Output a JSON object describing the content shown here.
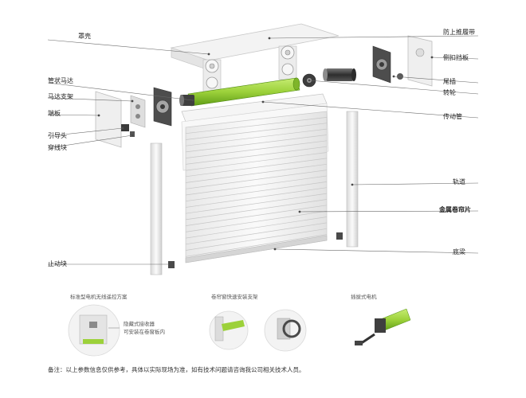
{
  "labels": {
    "zhaoke": "罩壳",
    "fangshang": "防上推履带",
    "guanzhuang": "管状马达",
    "cekou": "侧扣挡板",
    "mada_zhijia": "马达支架",
    "duanban": "端板",
    "weicha": "尾插",
    "zhuanlun": "转轮",
    "yindaotou": "引导头",
    "chuanxian": "穿线块",
    "chuandongguan": "传动管",
    "guidao": "轨道",
    "jinshu": "金属卷帘片",
    "didang": "底梁",
    "zhidong": "止动块"
  },
  "bottom": {
    "cap1": "标准型电机无线遥控方案",
    "cap2": "卷帘窗快速安装支架",
    "cap3": "插拔式电机",
    "sub1a": "隐藏式接收器",
    "sub1b": "可安装在卷窗板内",
    "note": "备注：以上参数信息仅供参考，具体以实际现场为准，如有技术问题请咨询我公司相关技术人员。"
  },
  "colors": {
    "green": "#9cd13a",
    "grey": "#4a4a4a",
    "line": "#6a6a6a"
  }
}
